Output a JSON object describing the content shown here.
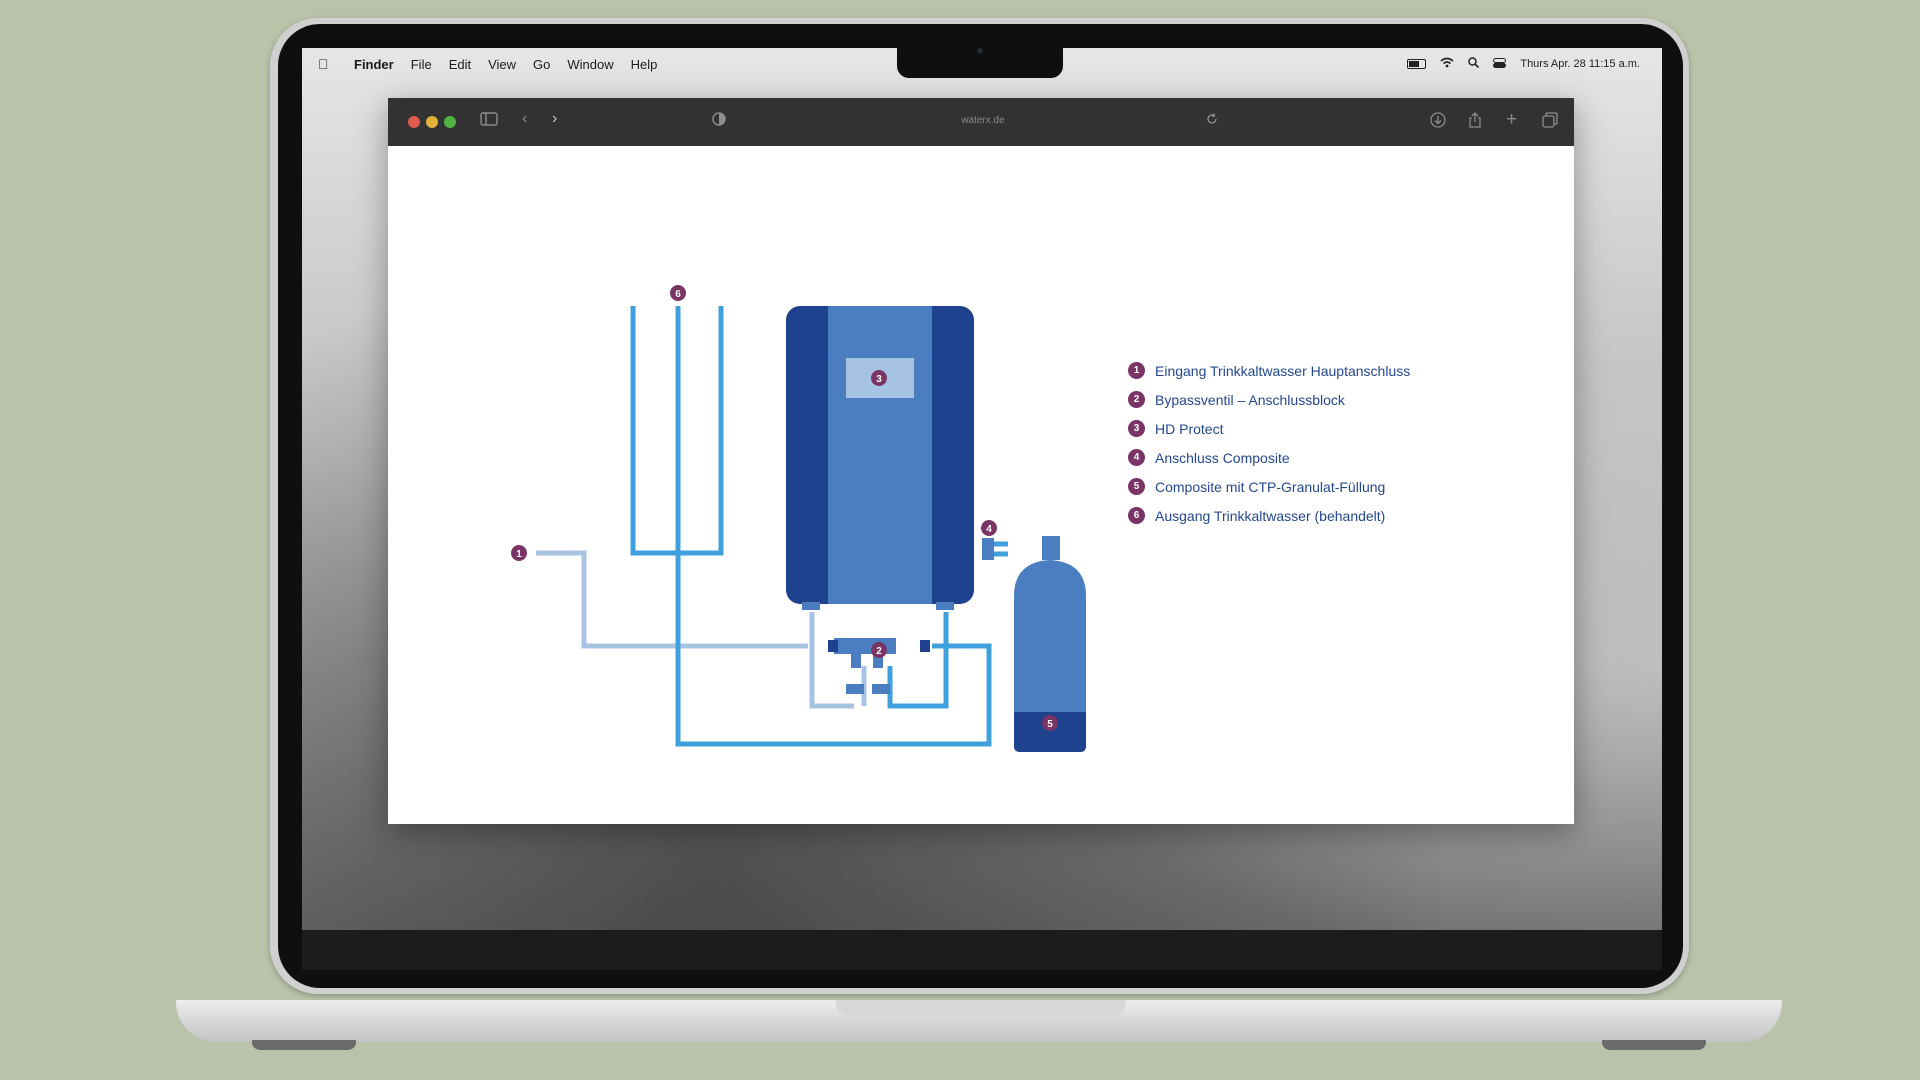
{
  "menubar": {
    "apple_icon": "apple-logo-icon",
    "items": [
      "Finder",
      "File",
      "Edit",
      "View",
      "Go",
      "Window",
      "Help"
    ],
    "clock": "Thurs Apr. 28 11:15 a.m."
  },
  "browser": {
    "url": "waterx.de"
  },
  "diagram": {
    "labels": [
      "1",
      "2",
      "3",
      "4",
      "5",
      "6"
    ]
  },
  "legend": [
    {
      "num": "1",
      "text": "Eingang Trinkkaltwasser Hauptanschluss"
    },
    {
      "num": "2",
      "text": "Bypassventil – Anschlussblock"
    },
    {
      "num": "3",
      "text": "HD Protect"
    },
    {
      "num": "4",
      "text": "Anschluss Composite"
    },
    {
      "num": "5",
      "text": "Composite mit CTP-Granulat-Füllung"
    },
    {
      "num": "6",
      "text": "Ausgang Trinkkaltwasser (behandelt)"
    }
  ],
  "colors": {
    "background": "#b9c3a9",
    "pipe_light": "#a7c3e4",
    "pipe_mid": "#3fa0dd",
    "tank_dark": "#1e428e",
    "tank_mid": "#4a7ec1",
    "marker": "#7a3466"
  }
}
